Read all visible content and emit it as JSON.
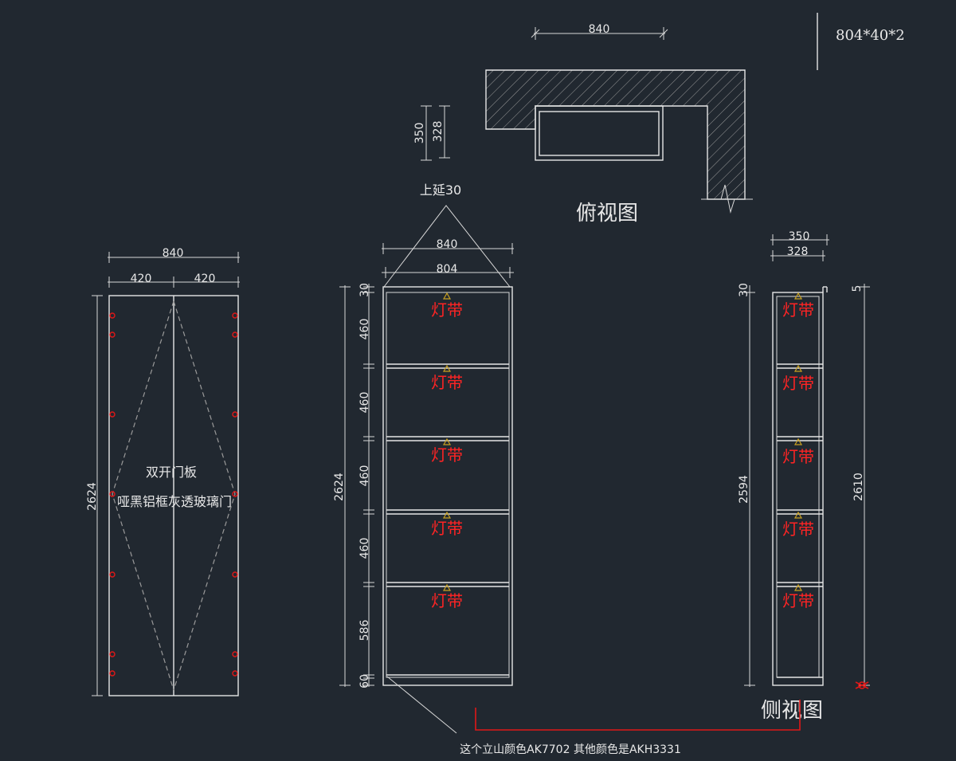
{
  "spec_note": "804*40*2",
  "top_view": {
    "title": "俯视图",
    "width_dim": "840",
    "depth_outer": "350",
    "depth_inner": "328",
    "extend_note": "上延30"
  },
  "door_view": {
    "width": "840",
    "half_left": "420",
    "half_right": "420",
    "height": "2624",
    "label_line1": "双开门板",
    "label_line2": "哑黑铝框灰透玻璃门"
  },
  "front_view": {
    "outer_width": "840",
    "inner_width": "804",
    "total_height": "2624",
    "segments": [
      "30",
      "460",
      "460",
      "460",
      "460",
      "586",
      "60"
    ],
    "led_label": "灯带"
  },
  "side_view": {
    "title": "侧视图",
    "depth_outer": "350",
    "depth_inner": "328",
    "inner_height": "2594",
    "outer_height": "2610",
    "top_seg": "30",
    "right_top_seg": "5",
    "led_label": "灯带"
  },
  "bottom_note": "这个立山颜色AK7702 其他颜色是AKH3331",
  "colors": {
    "background": "#212830",
    "lines": "#e6e6e6",
    "led_text": "#ff2424",
    "annotation": "#e01818"
  }
}
